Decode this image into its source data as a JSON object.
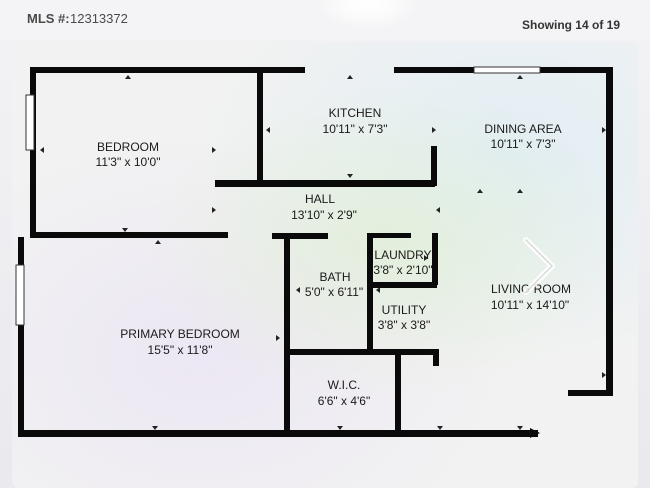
{
  "header": {
    "mls_label": "MLS #:",
    "mls_number": "12313372",
    "showing": "Showing 14 of 19"
  },
  "rooms": {
    "bedroom": {
      "name": "BEDROOM",
      "dims": "11'3\" x 10'0\""
    },
    "kitchen": {
      "name": "KITCHEN",
      "dims": "10'11\" x 7'3\""
    },
    "dining": {
      "name": "DINING AREA",
      "dims": "10'11\" x 7'3\""
    },
    "hall": {
      "name": "HALL",
      "dims": "13'10\" x 2'9\""
    },
    "laundry": {
      "name": "LAUNDRY",
      "dims": "3'8\" x 2'10\""
    },
    "bath": {
      "name": "BATH",
      "dims": "5'0\" x 6'11\""
    },
    "utility": {
      "name": "UTILITY",
      "dims": "3'8\" x 3'8\""
    },
    "living": {
      "name": "LIVING ROOM",
      "dims": "10'11\" x 14'10\""
    },
    "primary_bedroom": {
      "name": "PRIMARY BEDROOM",
      "dims": "15'5\" x 11'8\""
    },
    "wic": {
      "name": "W.I.C.",
      "dims": "6'6\" x 4'6\""
    }
  },
  "icons": {
    "next": "chevron-right-icon"
  },
  "colors": {
    "wall": "#0a0a0a",
    "background": "#f2f2f2",
    "header_text": "#4a4a4a"
  }
}
